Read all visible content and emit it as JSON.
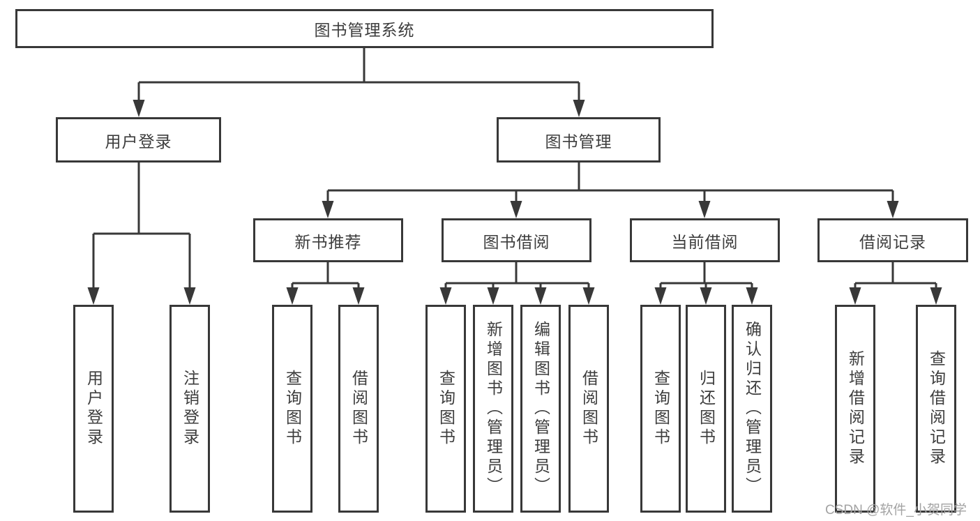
{
  "diagram": {
    "root": {
      "label": "图书管理系统"
    },
    "user_login": {
      "label": "用户登录",
      "children": [
        {
          "label": "用户登录"
        },
        {
          "label": "注销登录"
        }
      ]
    },
    "book_mgmt": {
      "label": "图书管理"
    },
    "groups": [
      {
        "label": "新书推荐",
        "children": [
          {
            "label": "查询图书"
          },
          {
            "label": "借阅图书"
          }
        ]
      },
      {
        "label": "图书借阅",
        "children": [
          {
            "label": "查询图书"
          },
          {
            "label": "新增图书（管理员）"
          },
          {
            "label": "编辑图书（管理员）"
          },
          {
            "label": "借阅图书"
          }
        ]
      },
      {
        "label": "当前借阅",
        "children": [
          {
            "label": "查询图书"
          },
          {
            "label": "归还图书"
          },
          {
            "label": "确认归还（管理员）"
          }
        ]
      },
      {
        "label": "借阅记录",
        "children": [
          {
            "label": "新增借阅记录"
          },
          {
            "label": "查询借阅记录"
          }
        ]
      }
    ],
    "watermark": "CSDN @软件_小贺同学",
    "colors": {
      "line": "#383838",
      "text": "#3d3d3d",
      "watermark": "#a3a3a3",
      "background": "#ffffff"
    }
  }
}
